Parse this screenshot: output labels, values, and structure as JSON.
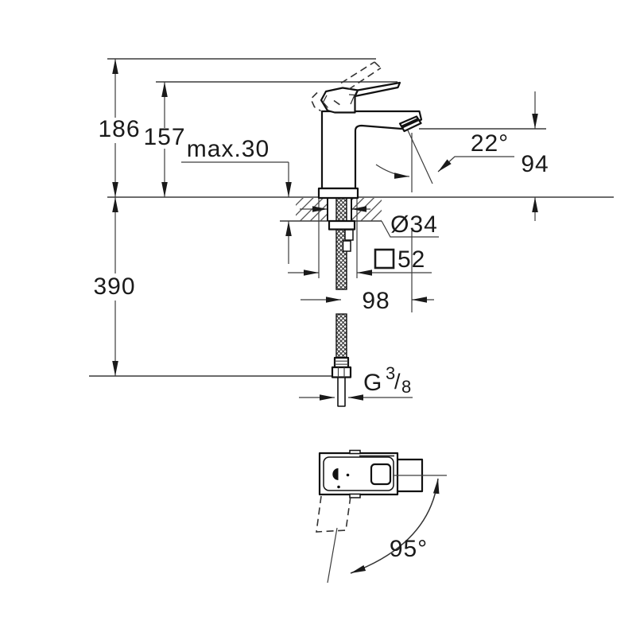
{
  "drawing": {
    "side_view": {
      "dim_total_height": "186",
      "dim_spout_tip_height": "157",
      "dim_max_mounting_thickness": "max.30",
      "dim_spout_angle": "22°",
      "dim_spout_outlet_height": "94",
      "dim_mounting_hole_diameter": "Ø34",
      "dim_base_square": "52",
      "dim_projection": "98",
      "dim_hose_length": "390",
      "thread_g": "G",
      "thread_numerator": "3",
      "thread_slash": "/",
      "thread_denominator": "8"
    },
    "plan_view": {
      "dim_handle_swivel_angle": "95°"
    },
    "colors": {
      "line": "#1a1a1a",
      "background": "#ffffff"
    }
  }
}
